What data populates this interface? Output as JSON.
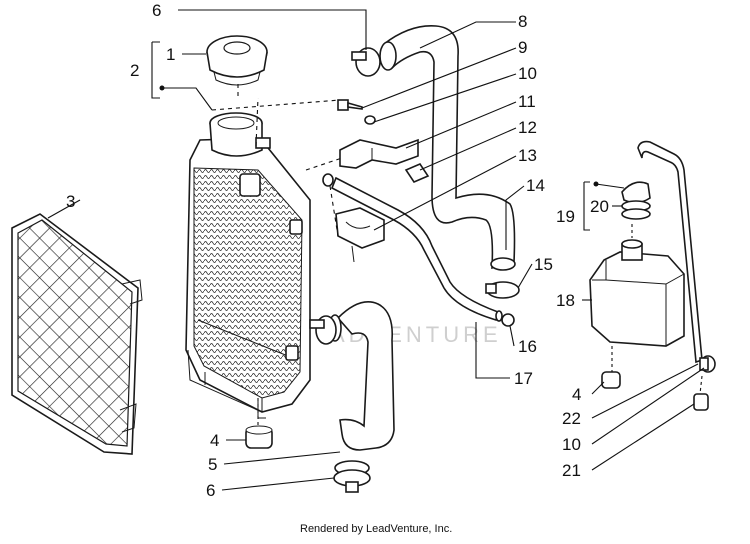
{
  "diagram": {
    "callouts": [
      "1",
      "2",
      "3",
      "4",
      "5",
      "6",
      "6",
      "8",
      "9",
      "10",
      "11",
      "12",
      "13",
      "14",
      "15",
      "16",
      "17",
      "18",
      "19",
      "20",
      "4",
      "22",
      "10",
      "21"
    ],
    "watermark": "ADVENTURE",
    "credit": "Rendered by LeadVenture, Inc."
  }
}
